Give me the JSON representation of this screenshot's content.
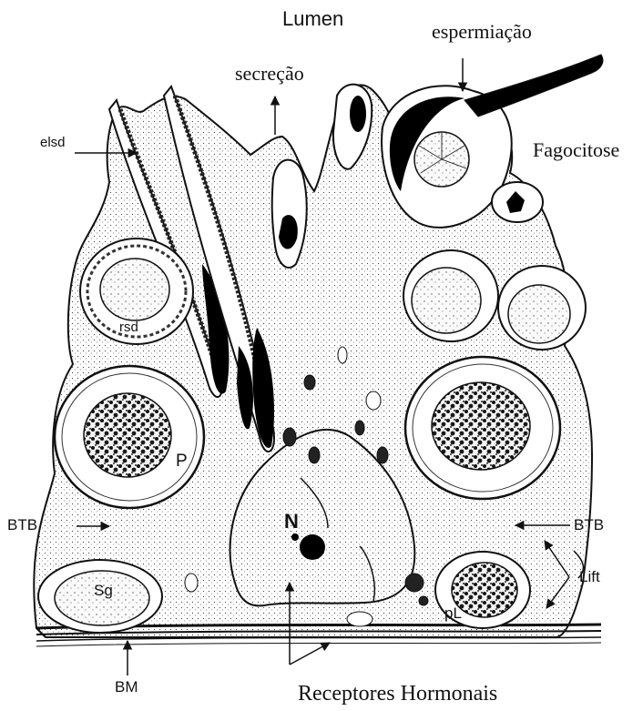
{
  "labels": {
    "lumen": "Lumen",
    "espermiacao": "espermiação",
    "secrecao": "secreção",
    "fagocitose": "Fagocitose",
    "elsd": "elsd",
    "rsd": "rsd",
    "p": "P",
    "n": "N",
    "btb_left": "BTB",
    "btb_right": "BTB",
    "sg": "Sg",
    "pl": "pL",
    "lift": "Lift",
    "bm": "BM",
    "receptores": "Receptores Hormonais"
  }
}
